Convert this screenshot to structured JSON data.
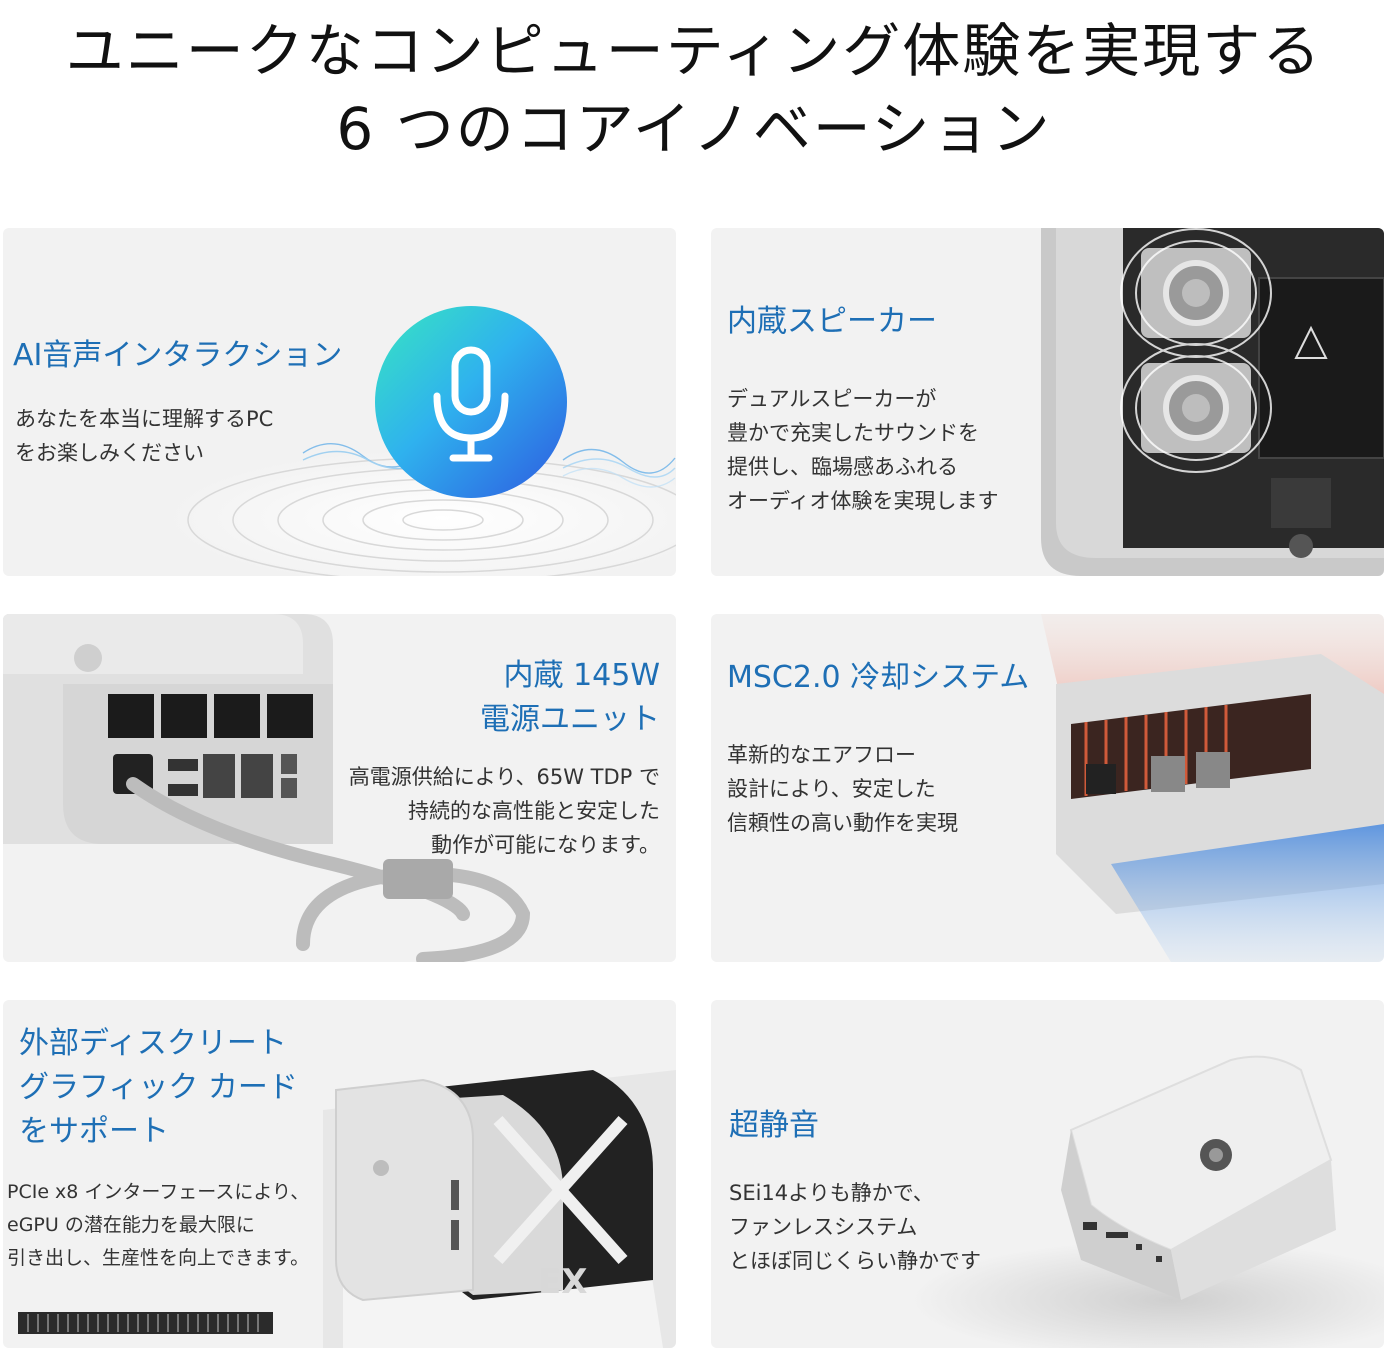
{
  "heading": {
    "line1": "ユニークなコンピューティング体験を実現する",
    "line2": "6 つのコアイノベーション"
  },
  "cards": {
    "ai": {
      "title": "AI音声インタラクション",
      "body": "あなたを本当に理解するPC\nをお楽しみください",
      "icon": "microphone-icon"
    },
    "speaker": {
      "title": "内蔵スピーカー",
      "body": "デュアルスピーカーが\n豊かで充実したサウンドを\n提供し、臨場感あふれる\nオーディオ体験を実現します"
    },
    "power": {
      "title": "内蔵 145W\n電源ユニット",
      "body": "高電源供給により、65W TDP で\n持続的な高性能と安定した\n動作が可能になります。"
    },
    "cooling": {
      "title": "MSC2.0 冷却システム",
      "body": "革新的なエアフロー\n設計により、安定した\n信頼性の高い動作を実現"
    },
    "egpu": {
      "title": "外部ディスクリート\nグラフィック カード\nをサポート",
      "body": "PCIe x8 インターフェースにより、\neGPU の潜在能力を最大限に\n引き出し、生産性を向上できます。",
      "dock_label": "EX"
    },
    "silent": {
      "title": "超静音",
      "body": "SEi14よりも静かで、\nファンレスシステム\nとほぼ同じくらい静かです"
    }
  },
  "colors": {
    "accent": "#1e6fb5",
    "card_bg": "#f2f2f2",
    "heading": "#111111"
  }
}
